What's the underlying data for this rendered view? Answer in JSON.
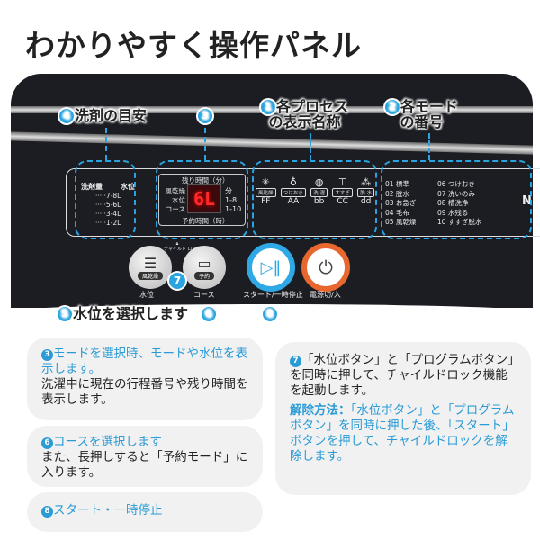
{
  "title": "わかりやすく操作パネル",
  "brand_fragment": "N",
  "callouts": {
    "c4": {
      "num": "4",
      "text": "洗剤の目安"
    },
    "c3": {
      "num": "3"
    },
    "c1": {
      "num": "1",
      "line1": "各プロセス",
      "line2": "の表示名称"
    },
    "c2": {
      "num": "2",
      "line1": "各モード",
      "line2": "の番号"
    },
    "c5": {
      "num": "5",
      "text": "水位を選択します"
    },
    "c6": {
      "num": "6"
    },
    "c7": {
      "num": "7"
    },
    "c8": {
      "num": "8"
    }
  },
  "detergent": {
    "header_left": "洗剤量",
    "header_right": "水位",
    "rows": [
      "·····7-8L",
      "·····5-6L",
      "·····3-4L",
      "·····1-2L"
    ]
  },
  "display": {
    "top": "残り時間（分）",
    "bottom": "予約時間（時）",
    "left": [
      "風乾燥",
      "水位",
      "コース"
    ],
    "right": [
      "分",
      "1-8",
      "1-10"
    ],
    "led": "6L"
  },
  "processes": [
    {
      "icon": "sparkle-icon",
      "label": "風乾燥",
      "code": "FF"
    },
    {
      "icon": "soak-bucket-icon",
      "label": "つけおき",
      "code": "AA"
    },
    {
      "icon": "wash-icon",
      "label": "洗 濯",
      "code": "bb"
    },
    {
      "icon": "rinse-shirt-icon",
      "label": "すすぎ",
      "code": "CC"
    },
    {
      "icon": "spin-icon",
      "label": "脱 水",
      "code": "dd"
    }
  ],
  "modes": [
    "01 標準",
    "02 脱水",
    "03 お急ぎ",
    "04 毛布",
    "05 風乾燥",
    "06 つけおき",
    "07 洗いのみ",
    "08 槽洗浄",
    "09 水残る",
    "10 すすぎ脱水"
  ],
  "buttons": {
    "water": {
      "sub": "風乾燥",
      "label": "水位"
    },
    "course": {
      "sub": "予約",
      "label": "コース"
    },
    "child_lock": "チャイルド ロック",
    "start": {
      "label": "スタート/一時停止"
    },
    "power": {
      "label": "電源切/入"
    }
  },
  "colors": {
    "accent": "#29a4e0",
    "led": "#ff2a2a",
    "start_ring": "#2fa9e6",
    "power_ring": "#e8672f"
  },
  "cards": {
    "c3": {
      "num": "3",
      "head": "モードを選択時、モードや水位を表示します。",
      "body": "洗濯中に現在の行程番号や残り時間を表示します。"
    },
    "c6": {
      "num": "6",
      "head": "コースを選択します",
      "body": "また、長押しすると「予約モード」に入ります。"
    },
    "c8": {
      "num": "8",
      "head": "スタート・一時停止"
    },
    "c7": {
      "num": "7",
      "body": "「水位ボタン」と「プログラムボタン」を同時に押して、チャイルドロック機能を起動します。",
      "release_label": "解除方法：",
      "release_text": "「水位ボタン」と「プログラムボタン」を同時に押した後、「スタート」ボタンを押して、チャイルドロックを解除します。"
    }
  }
}
